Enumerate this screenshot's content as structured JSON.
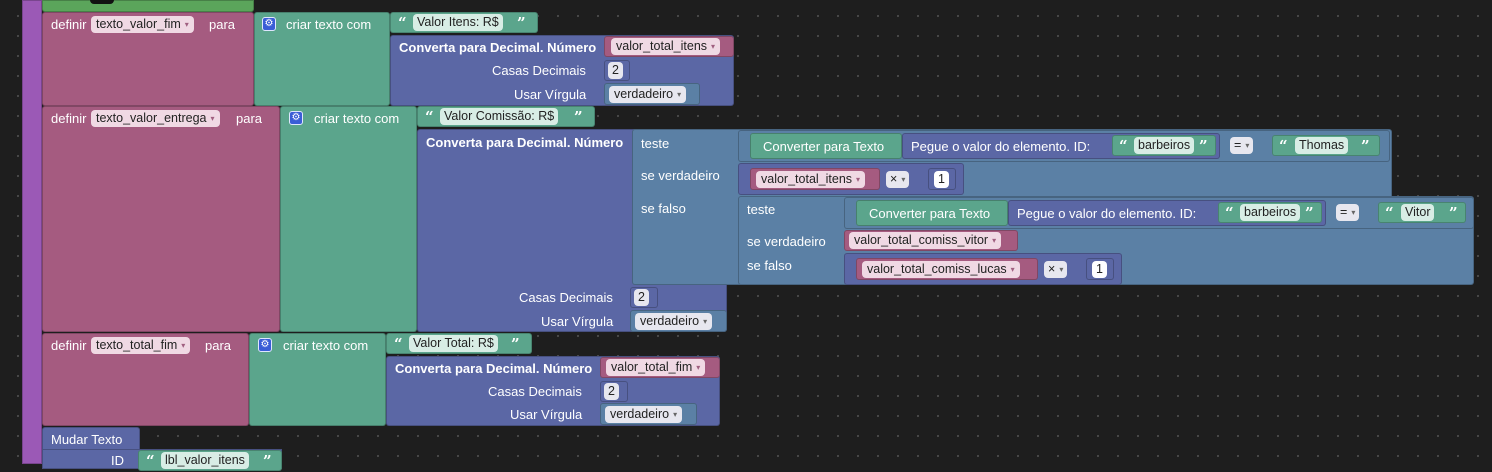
{
  "blocks": {
    "b1": {
      "definir": "definir",
      "var": "texto_valor_fim",
      "para": "para",
      "criar": "criar texto com",
      "str": "Valor Itens: R$",
      "conv": "Converta para Decimal. Número",
      "conv_var": "valor_total_itens",
      "casas": "Casas Decimais",
      "casas_val": "2",
      "virgula": "Usar Vírgula",
      "virgula_val": "verdadeiro"
    },
    "b2": {
      "definir": "definir",
      "var": "texto_valor_entrega",
      "para": "para",
      "criar": "criar texto com",
      "str": "Valor Comissão: R$",
      "conv": "Converta para Decimal. Número",
      "teste": "teste",
      "se_verdadeiro": "se verdadeiro",
      "se_falso": "se falso",
      "to_text": "Converter para Texto",
      "get_el": "Pegue o valor do elemento. ID:",
      "id_str": "barbeiros",
      "eq": "=",
      "name1": "Thomas",
      "mult_var1": "valor_total_itens",
      "mult_op": "×",
      "mult_num": "1",
      "inner_teste": "teste",
      "inner_to_text": "Converter para Texto",
      "inner_get_el": "Pegue o valor do elemento. ID:",
      "inner_id_str": "barbeiros",
      "inner_eq": "=",
      "name2": "Vitor",
      "inner_se_verdadeiro": "se verdadeiro",
      "inner_true_var": "valor_total_comiss_vitor",
      "inner_se_falso": "se falso",
      "inner_false_var": "valor_total_comiss_lucas",
      "inner_op": "×",
      "inner_num": "1",
      "casas": "Casas Decimais",
      "casas_val": "2",
      "virgula": "Usar Vírgula",
      "virgula_val": "verdadeiro"
    },
    "b3": {
      "definir": "definir",
      "var": "texto_total_fim",
      "para": "para",
      "criar": "criar texto com",
      "str": "Valor Total: R$",
      "conv": "Converta para Decimal. Número",
      "conv_var": "valor_total_fim",
      "casas": "Casas Decimais",
      "casas_val": "2",
      "virgula": "Usar Vírgula",
      "virgula_val": "verdadeiro"
    },
    "b4": {
      "title": "Mudar Texto",
      "id_label": "ID",
      "id_str": "lbl_valor_itens"
    }
  },
  "icons": {
    "gear": "gear-icon",
    "open_quote": "open-quote-icon",
    "close_quote": "close-quote-icon",
    "dropdown": "dropdown-arrow-icon"
  },
  "colors": {
    "workspace": "#1e1e1e",
    "variables": "#a55b80",
    "text": "#5ba58c",
    "decimal": "#5b67a5",
    "logic": "#5b80a5",
    "container": "#9b59b6"
  }
}
